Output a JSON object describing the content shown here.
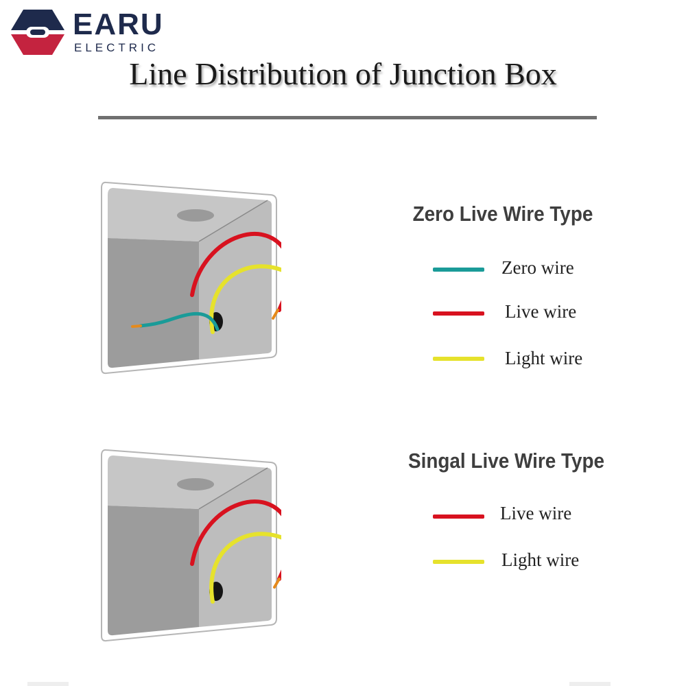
{
  "brand": {
    "name": "EARU",
    "subtitle": "ELECTRIC",
    "logo_colors": {
      "top": "#1e2a4c",
      "bottom": "#c4233f"
    }
  },
  "title": "Line Distribution of Junction Box",
  "sections": [
    {
      "heading": "Zero Live Wire Type",
      "legend": [
        {
          "label": "Zero wire",
          "color": "#1a9b98"
        },
        {
          "label": "Live wire",
          "color": "#d8121f"
        },
        {
          "label": "Light wire",
          "color": "#e6e22c"
        }
      ]
    },
    {
      "heading": "Singal Live Wire Type",
      "legend": [
        {
          "label": "Live wire",
          "color": "#d8121f"
        },
        {
          "label": "Light wire",
          "color": "#e6e22c"
        }
      ]
    }
  ]
}
